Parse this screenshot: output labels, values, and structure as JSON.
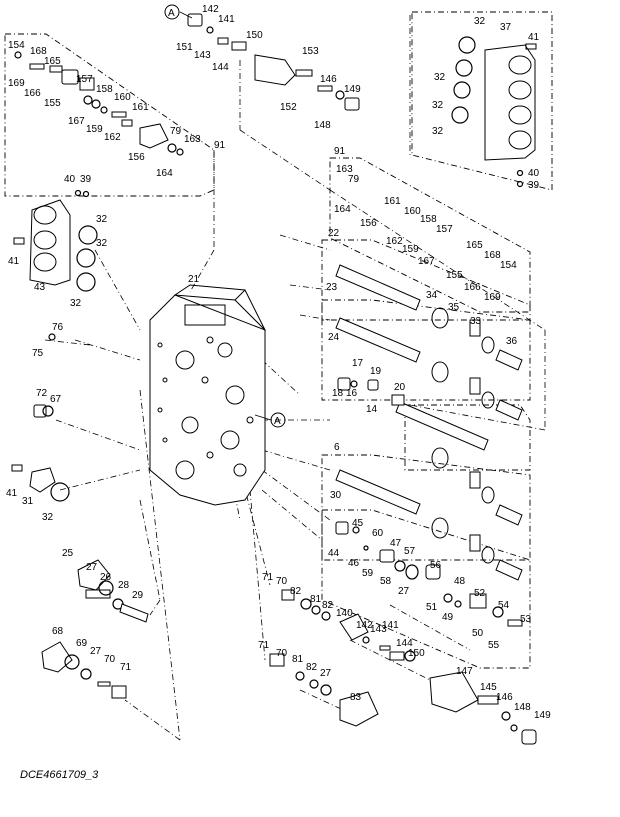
{
  "caption": "DCE4661709_3",
  "view_marker": "A",
  "callouts": {
    "n1": "154",
    "n2": "168",
    "n3": "165",
    "n4": "169",
    "n5": "166",
    "n6": "155",
    "n7": "157",
    "n8": "158",
    "n9": "160",
    "n10": "161",
    "n11": "167",
    "n12": "159",
    "n13": "162",
    "n14": "156",
    "n15": "79",
    "n16": "163",
    "n17": "164",
    "n18": "91",
    "n19": "142",
    "n20": "141",
    "n21": "151",
    "n22": "143",
    "n23": "144",
    "n24": "150",
    "n25": "153",
    "n26": "146",
    "n27": "152",
    "n28": "149",
    "n29": "148",
    "n30": "32",
    "n31": "37",
    "n32": "41",
    "n33": "40",
    "n34": "39",
    "n35": "40",
    "n36": "39",
    "n37": "41",
    "n38": "43",
    "n39": "32",
    "n40": "76",
    "n41": "75",
    "n42": "72",
    "n43": "67",
    "n44": "41",
    "n45": "31",
    "n46": "32",
    "n47": "21",
    "n48": "91",
    "n49": "22",
    "n50": "23",
    "n51": "34",
    "n52": "35",
    "n53": "33",
    "n54": "36",
    "n55": "24",
    "n56": "17",
    "n57": "19",
    "n58": "18",
    "n59": "16",
    "n60": "14",
    "n61": "20",
    "n62": "6",
    "n63": "30",
    "n64": "45",
    "n65": "60",
    "n66": "44",
    "n67": "46",
    "n68": "59",
    "n69": "47",
    "n70": "57",
    "n71": "58",
    "n72": "56",
    "n73": "27",
    "n74": "48",
    "n75": "51",
    "n76": "49",
    "n77": "52",
    "n78": "54",
    "n79": "50",
    "n80": "53",
    "n81": "55",
    "n82": "25",
    "n83": "27",
    "n84": "26",
    "n85": "28",
    "n86": "29",
    "n87": "68",
    "n88": "69",
    "n89": "27",
    "n90": "70",
    "n91": "71",
    "n92": "71",
    "n93": "70",
    "n94": "82",
    "n95": "81",
    "n96": "82",
    "n97": "140",
    "n98": "142",
    "n99": "143",
    "n100": "141",
    "n101": "144",
    "n102": "150",
    "n103": "71",
    "n104": "70",
    "n105": "81",
    "n106": "82",
    "n107": "27",
    "n108": "83",
    "n109": "147",
    "n110": "145",
    "n111": "146",
    "n112": "148",
    "n113": "149",
    "n114": "163",
    "n115": "79",
    "n116": "164",
    "n117": "156",
    "n118": "161",
    "n119": "160",
    "n120": "158",
    "n121": "162",
    "n122": "159",
    "n123": "167",
    "n124": "157",
    "n125": "165",
    "n126": "168",
    "n127": "154",
    "n128": "155",
    "n129": "166",
    "n130": "169",
    "n131": "32",
    "n132": "32",
    "n133": "32",
    "n134": "32",
    "n135": "32"
  }
}
